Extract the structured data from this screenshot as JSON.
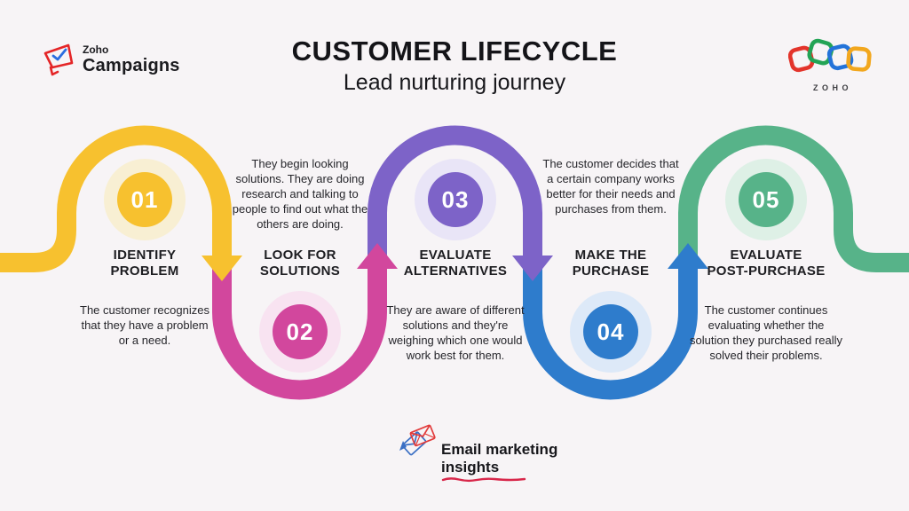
{
  "background": "#f7f4f6",
  "header": {
    "title": "CUSTOMER LIFECYCLE",
    "subtitle": "Lead nurturing journey"
  },
  "brand_left": {
    "prefix": "Zoho",
    "product": "Campaigns",
    "icon_red": "#e42527",
    "icon_blue": "#2b6de0"
  },
  "brand_right": {
    "wordmark": "ZOHO",
    "square_colors": [
      "#e3342b",
      "#23a455",
      "#2373d9",
      "#f2a71e"
    ]
  },
  "footer_brand": {
    "line1": "Email marketing",
    "line2": "insights",
    "underline_color": "#d8274a",
    "env_red": "#e23b3b",
    "env_blue": "#3a6fc4"
  },
  "steps": [
    {
      "number": "01",
      "title": "IDENTIFY\nPROBLEM",
      "description": "The customer recognizes\nthat they have a problem\nor a need.",
      "color": "#f7c12f",
      "halo": "#f8efd3"
    },
    {
      "number": "02",
      "title": "LOOK FOR\nSOLUTIONS",
      "description": "They begin looking\nsolutions. They are doing\nresearch and talking to\npeople to find out what the\nothers are doing.",
      "color": "#d2479d",
      "halo": "#f8e3f1"
    },
    {
      "number": "03",
      "title": "EVALUATE\nALTERNATIVES",
      "description": "They are aware of  different\nsolutions and they're\nweighing which one would\nwork best for them.",
      "color": "#7d63c8",
      "halo": "#e9e5f7"
    },
    {
      "number": "04",
      "title": "MAKE THE\nPURCHASE",
      "description": "The customer decides that\na certain company works\nbetter for their needs and\npurchases from them.",
      "color": "#2e7ccc",
      "halo": "#dde9f8"
    },
    {
      "number": "05",
      "title": "EVALUATE\nPOST-PURCHASE",
      "description": "The customer continues\nevaluating whether the\nsolution they purchased really\nsolved their problems.",
      "color": "#57b389",
      "halo": "#def0e6"
    }
  ]
}
